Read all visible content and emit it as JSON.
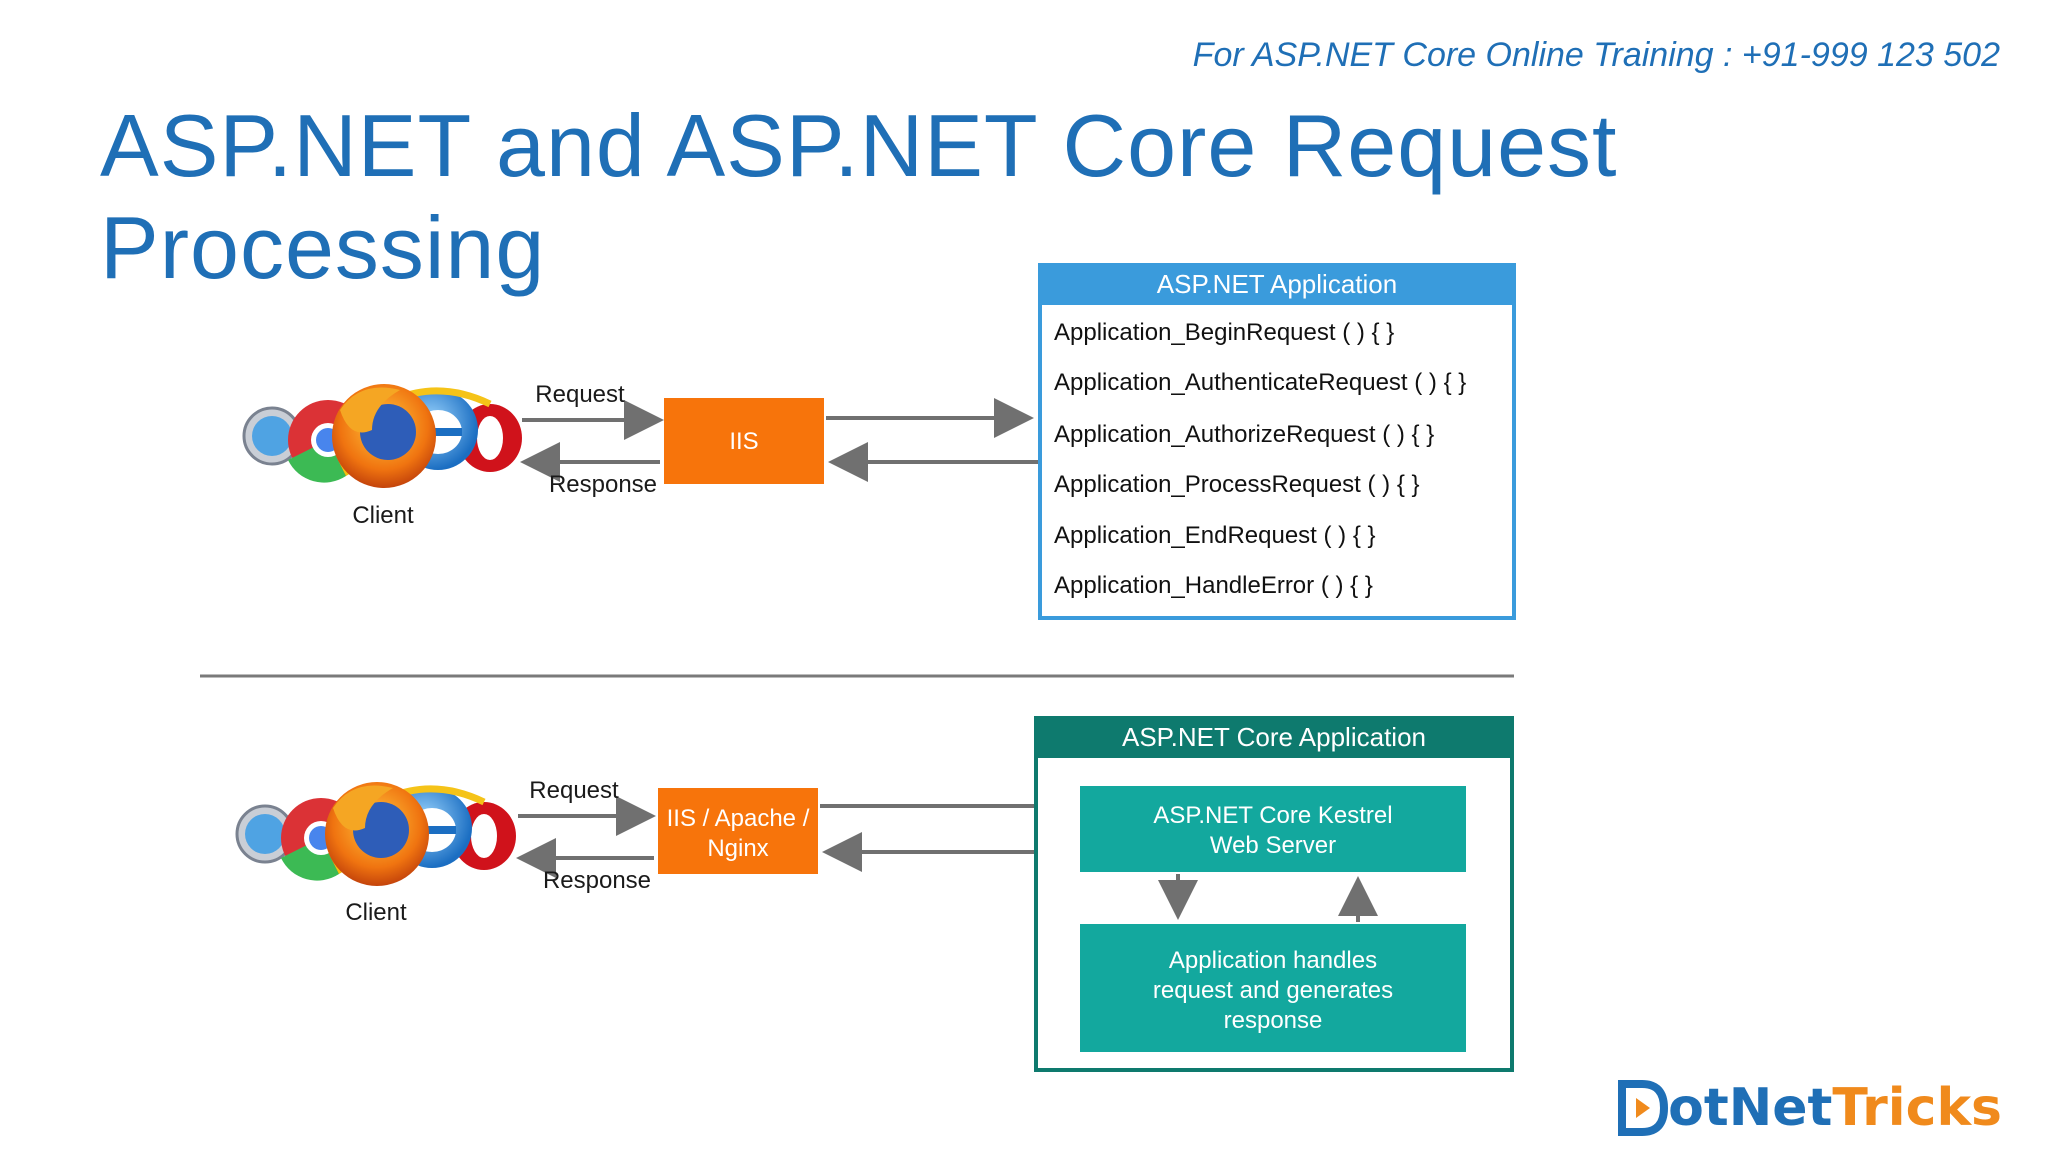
{
  "header": {
    "training_text": "For ASP.NET Core Online Training : +91-999 123 502",
    "title": "ASP.NET and ASP.NET Core Request Processing"
  },
  "top_flow": {
    "client_label": "Client",
    "request_label": "Request",
    "response_label": "Response",
    "server_label": "IIS",
    "app_title": "ASP.NET Application",
    "app_methods": [
      "Application_BeginRequest ( ) { }",
      "Application_AuthenticateRequest ( ) { }",
      "Application_AuthorizeRequest ( ) { }",
      "Application_ProcessRequest ( ) { }",
      "Application_EndRequest ( ) { }",
      "Application_HandleError ( ) { }"
    ]
  },
  "bottom_flow": {
    "client_label": "Client",
    "request_label": "Request",
    "response_label": "Response",
    "server_label_line1": "IIS / Apache /",
    "server_label_line2": "Nginx",
    "app_title": "ASP.NET Core Application",
    "kestrel_line1": "ASP.NET Core Kestrel",
    "kestrel_line2": "Web Server",
    "handler_line1": "Application handles",
    "handler_line2": "request and generates",
    "handler_line3": "response"
  },
  "logo": {
    "brand_part1": "otNet",
    "brand_part2": "Tricks"
  },
  "colors": {
    "title_blue": "#1F6FB6",
    "server_orange": "#F7740B",
    "app_blue": "#3A9BDC",
    "core_teal": "#13A89E",
    "core_dark": "#0E7A6E",
    "arrow_gray": "#707070",
    "logo_orange": "#F08A1C"
  }
}
